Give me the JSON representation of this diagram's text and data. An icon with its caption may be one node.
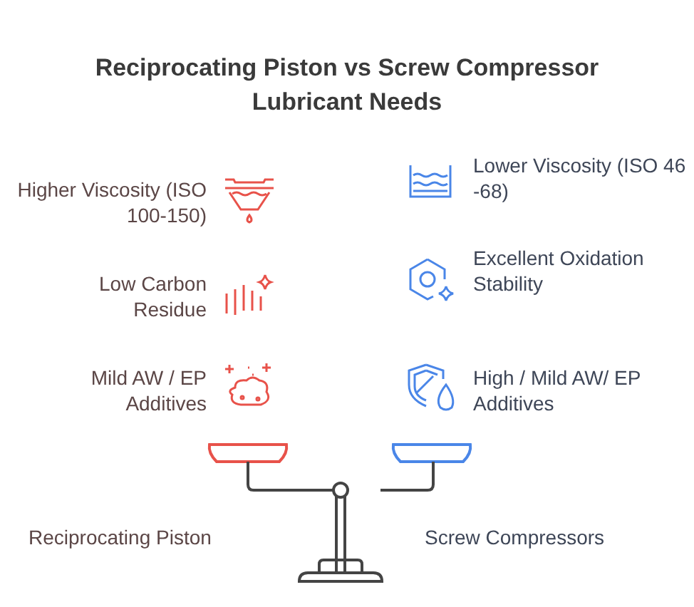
{
  "diagram": {
    "title": "Reciprocating Piston vs Screw Compressor Lubricant Needs",
    "labels": [
      "Higher Viscosity (ISO 100-150)",
      "Lower Viscosity (ISO 46 -68)",
      "Low Carbon Residue",
      "Excellent Oxidation Stability",
      "Mild AW / EP Additives",
      "High / Mild AW/ EP Additives",
      "Reciprocating Piston",
      "Screw Compressors"
    ]
  }
}
